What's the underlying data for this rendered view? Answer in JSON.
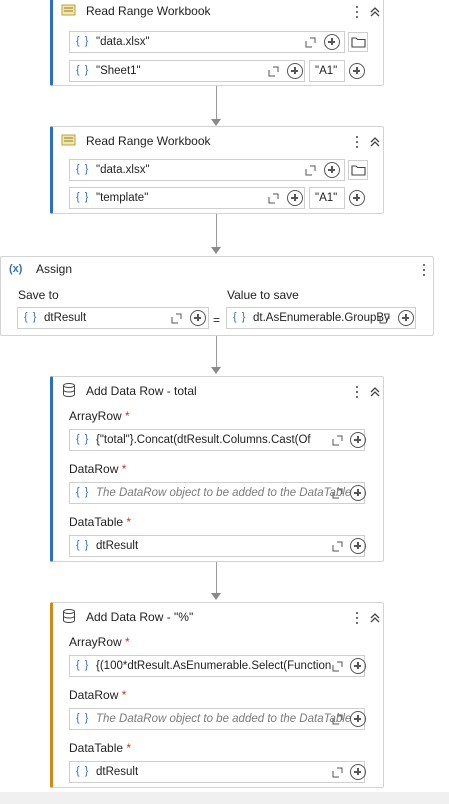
{
  "cards": [
    {
      "title": "Read Range Workbook",
      "fields": [
        {
          "value": "\"data.xlsx\""
        },
        {
          "value": "\"Sheet1\"",
          "range": "\"A1\""
        }
      ]
    },
    {
      "title": "Read Range Workbook",
      "fields": [
        {
          "value": "\"data.xlsx\""
        },
        {
          "value": "\"template\"",
          "range": "\"A1\""
        }
      ]
    }
  ],
  "assign": {
    "title": "Assign",
    "icon_text": "(x)",
    "save_label": "Save to",
    "value_label": "Value to save",
    "save_value": "dtResult",
    "equals": "=",
    "value": "dt.AsEnumerable.GroupBy"
  },
  "add_rows": [
    {
      "title": "Add Data Row - total",
      "array_label": "ArrayRow",
      "array_value": "{\"total\"}.Concat(dtResult.Columns.Cast(Of",
      "datarow_label": "DataRow",
      "datarow_placeholder": "The DataRow object to be added to the DataTable",
      "datatable_label": "DataTable",
      "datatable_value": "dtResult"
    },
    {
      "title": "Add Data Row - \"%\"",
      "array_label": "ArrayRow",
      "array_value": "{(100*dtResult.AsEnumerable.Select(Function",
      "datarow_label": "DataRow",
      "datarow_placeholder": "The DataRow object to be added to the DataTable",
      "datatable_label": "DataTable",
      "datatable_value": "dtResult"
    }
  ],
  "common": {
    "brace": "{ }",
    "required_mark": "*"
  },
  "colors": {
    "brace": "#3a6fb8",
    "accent_blue": "#2d6dc4",
    "accent_orange": "#d08a1c",
    "required": "#c0392b"
  }
}
